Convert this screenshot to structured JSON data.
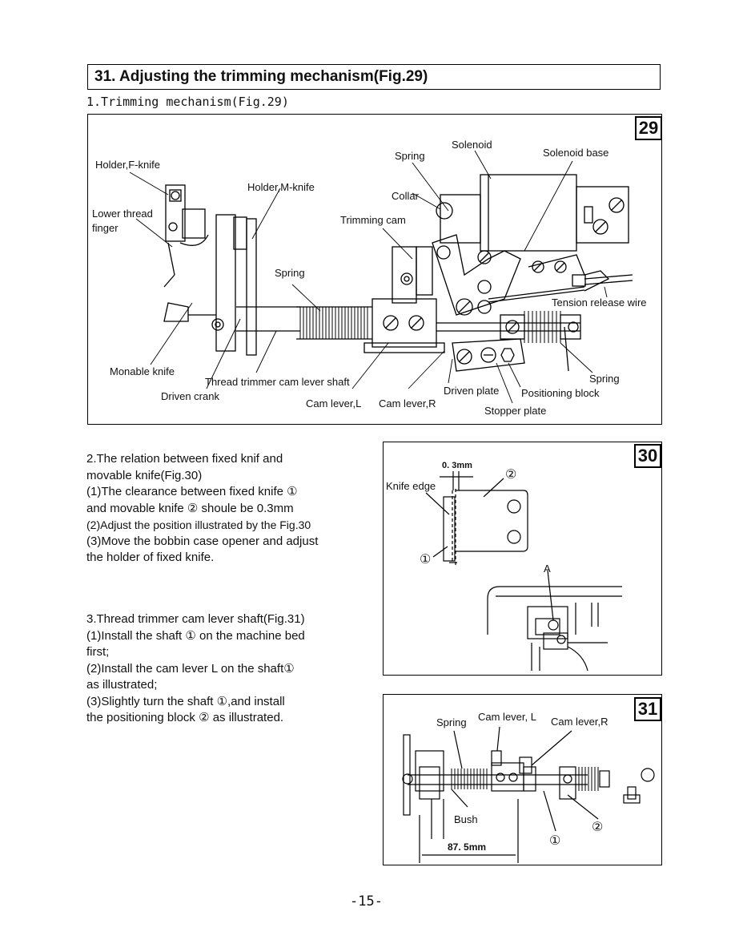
{
  "section": {
    "title": "31. Adjusting the trimming mechanism(Fig.29)",
    "sub_heading": "1.Trimming mechanism(Fig.29)"
  },
  "figure29": {
    "number": "29",
    "labels": {
      "solenoid": "Solenoid",
      "spring_top": "Spring",
      "solenoid_base": "Solenoid base",
      "holder_f_knife": "Holder,F-knife",
      "holder_m_knife": "Holder,M-knife",
      "collar": "Collar",
      "lower_thread": "Lower thread",
      "finger": "finger",
      "trimming_cam": "Trimming cam",
      "spring_mid": "Spring",
      "tension_release_wire": "Tension release wire",
      "monable_knife": "Monable knife",
      "thread_trimmer_cam_lever_shaft": "Thread trimmer cam lever shaft",
      "spring_right": "Spring",
      "driven_crank": "Driven crank",
      "driven_plate": "Driven plate",
      "positioning_block": "Positioning block",
      "cam_lever_l": "Cam lever,L",
      "cam_lever_r": "Cam lever,R",
      "stopper_plate": "Stopper plate"
    }
  },
  "relation": {
    "lines": [
      "2.The relation between fixed knif and",
      "movable knife(Fig.30)",
      "(1)The clearance between fixed knife ①",
      "and movable knife ② shoule be 0.3mm",
      "(2)Adjust the position illustrated by the Fig.30",
      "(3)Move  the bobbin case opener and adjust",
      "the holder of fixed knife."
    ]
  },
  "shaft": {
    "lines": [
      "3.Thread trimmer cam lever shaft(Fig.31)",
      "(1)Install the shaft ① on the machine bed",
      "first;",
      "(2)Install the cam lever  L on the shaft①",
      "as illustrated;",
      "(3)Slightly turn the shaft ①,and install",
      "the positioning block ② as illustrated."
    ]
  },
  "figure30": {
    "number": "30",
    "labels": {
      "dimension": "0. 3mm",
      "knife_edge": "Knife edge",
      "marker_2": "②",
      "marker_1": "①",
      "marker_a": "A"
    }
  },
  "figure31": {
    "number": "31",
    "labels": {
      "spring": "Spring",
      "cam_lever_l": "Cam lever, L",
      "cam_lever_r": "Cam lever,R",
      "bush": "Bush",
      "marker_1": "①",
      "marker_2": "②",
      "dimension": "87. 5mm"
    }
  },
  "page_number": "-15-"
}
